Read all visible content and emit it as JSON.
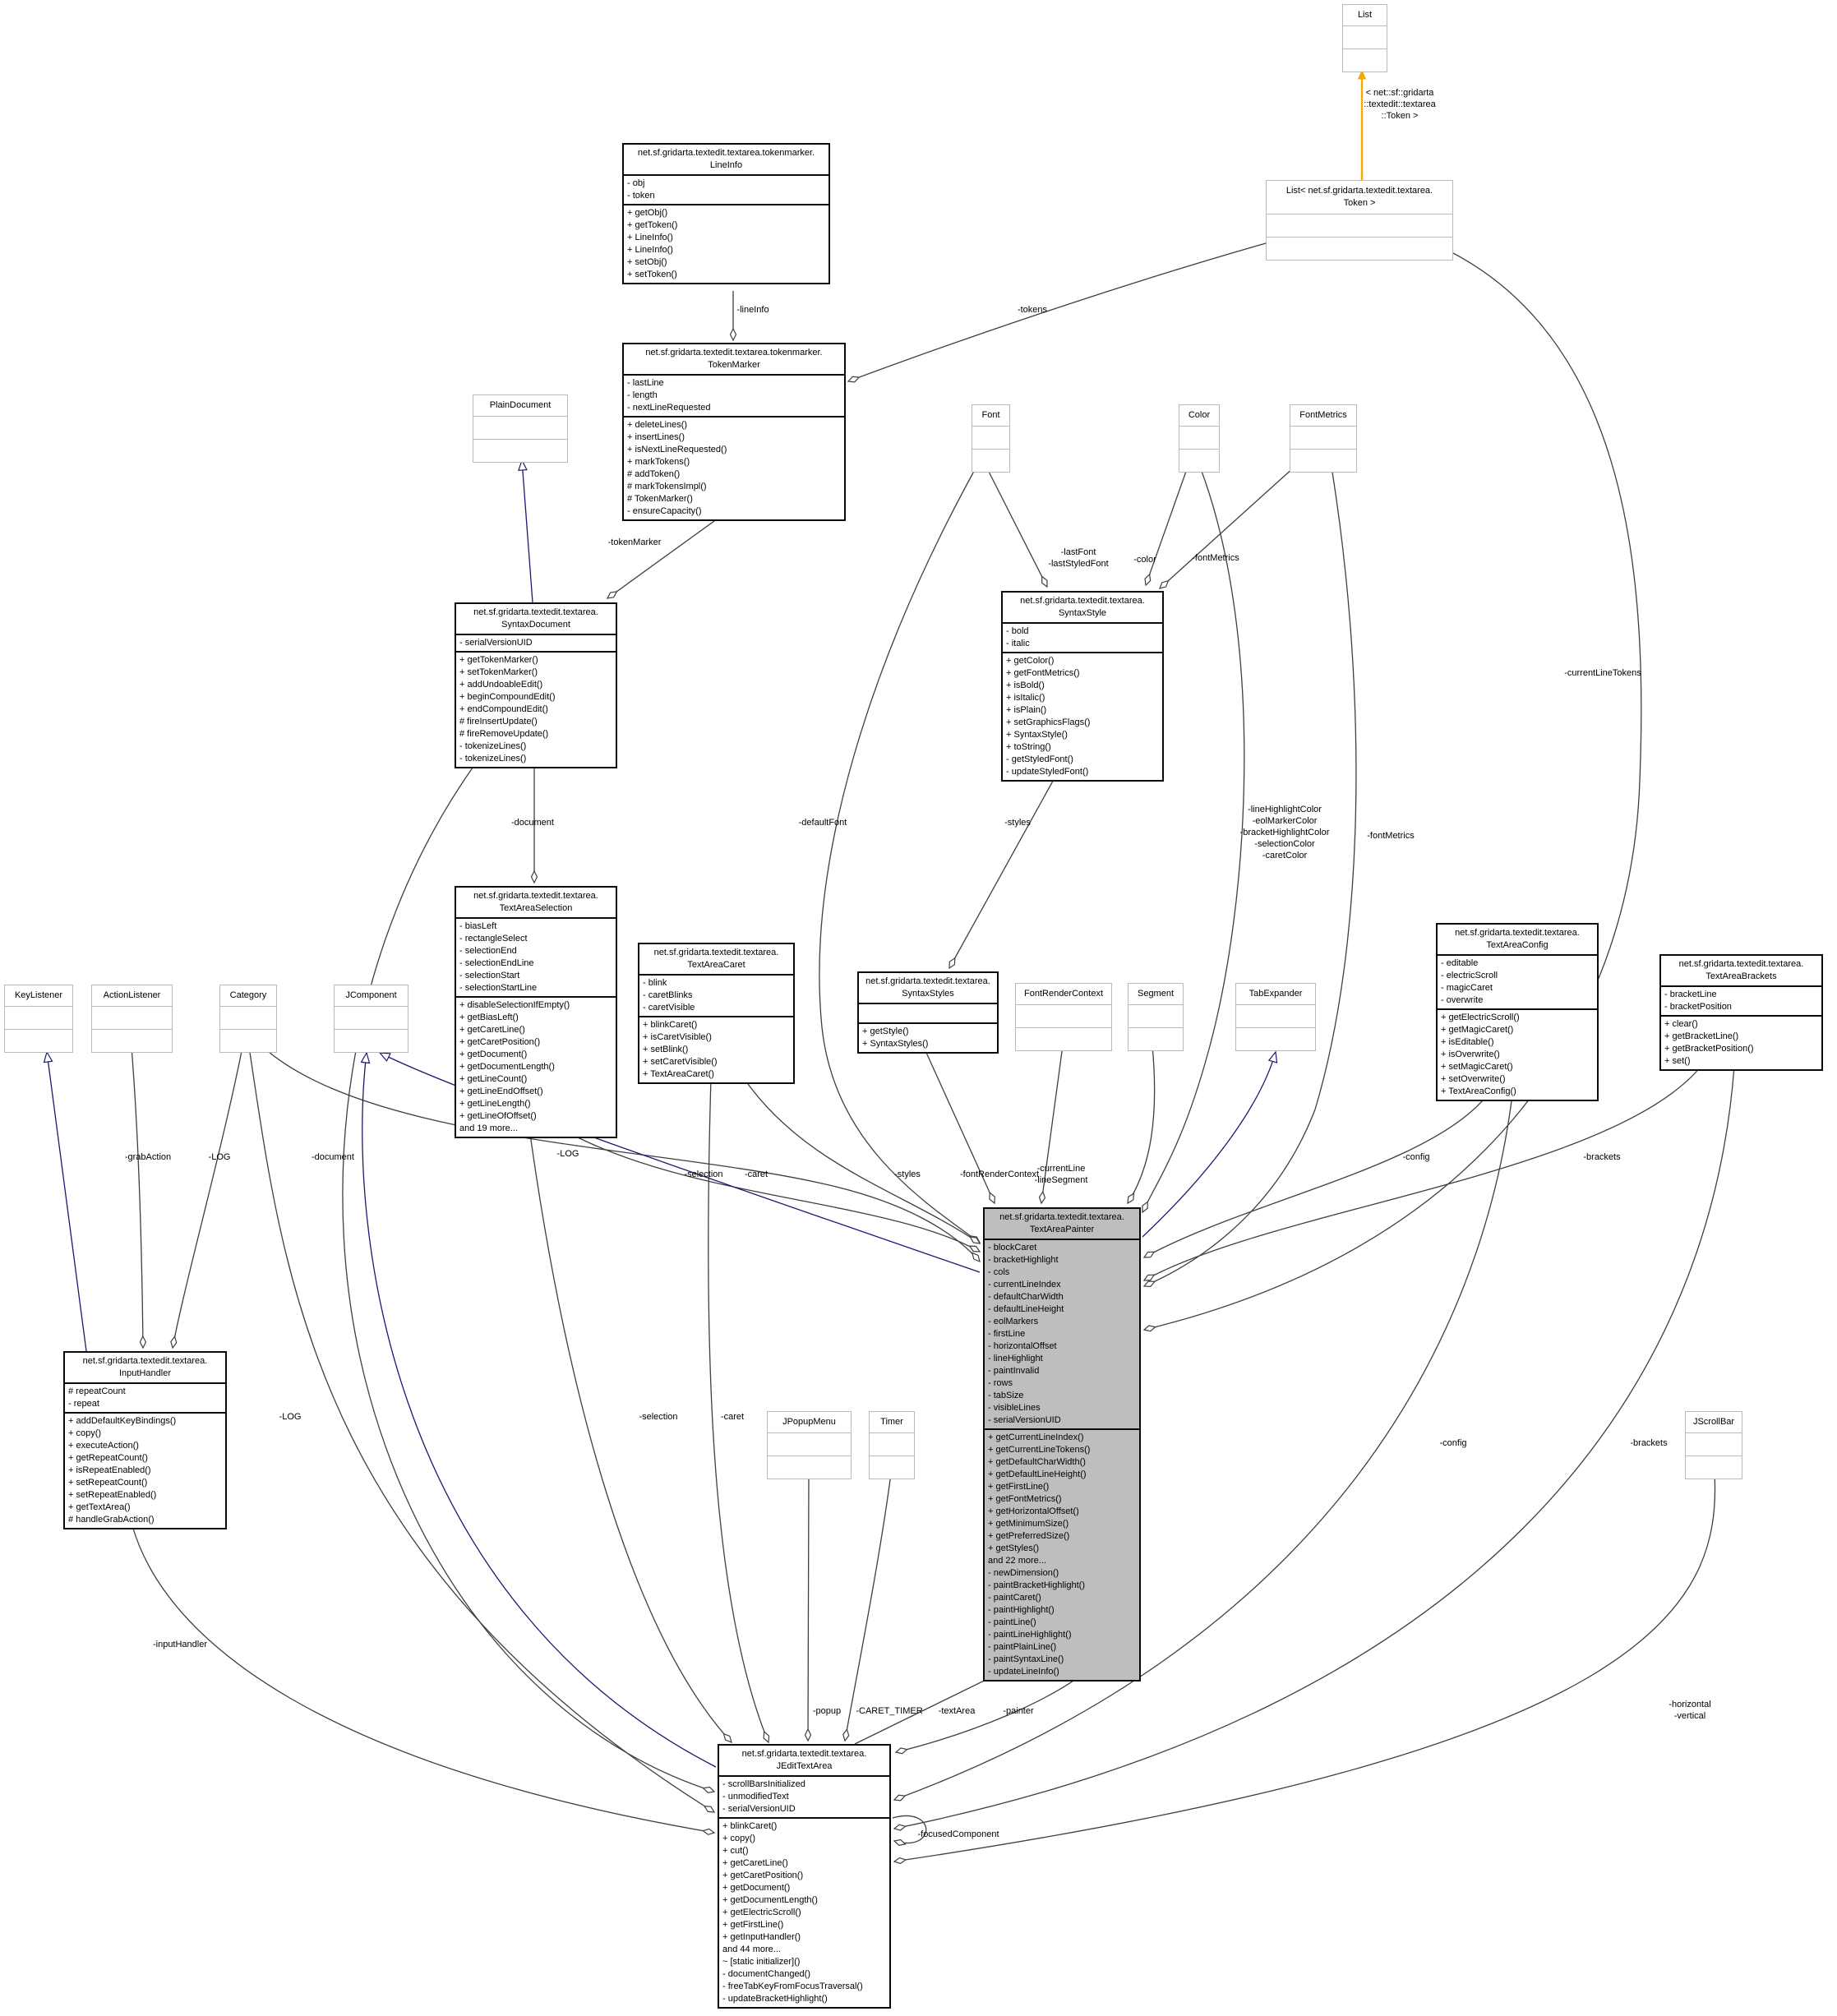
{
  "diagram": {
    "type": "uml-collaboration-graph",
    "colors": {
      "edge": "#3f3f3f",
      "inheritance": "#191970",
      "template_instance": "#f7a800",
      "highlight_fill": "#bebebe",
      "external_border": "#b9b9b9"
    }
  },
  "classes": [
    {
      "id": "list",
      "stereotype": "external",
      "name": "List",
      "attributes": [],
      "methods": []
    },
    {
      "id": "list-token",
      "stereotype": "external",
      "name": "List< net.sf.gridarta.textedit.textarea.\nToken >",
      "attributes": [],
      "methods": []
    },
    {
      "id": "lineinfo",
      "stereotype": "normal",
      "name": "net.sf.gridarta.textedit.textarea.tokenmarker.\nLineInfo",
      "attributes": [
        "- obj",
        "- token"
      ],
      "methods": [
        "+ getObj()",
        "+ getToken()",
        "+ LineInfo()",
        "+ LineInfo()",
        "+ setObj()",
        "+ setToken()"
      ]
    },
    {
      "id": "tokenmarker",
      "stereotype": "normal",
      "name": "net.sf.gridarta.textedit.textarea.tokenmarker.\nTokenMarker",
      "attributes": [
        "- lastLine",
        "- length",
        "- nextLineRequested"
      ],
      "methods": [
        "+ deleteLines()",
        "+ insertLines()",
        "+ isNextLineRequested()",
        "+ markTokens()",
        "# addToken()",
        "# markTokensImpl()",
        "# TokenMarker()",
        "- ensureCapacity()"
      ]
    },
    {
      "id": "plaindocument",
      "stereotype": "external",
      "name": "PlainDocument",
      "attributes": [],
      "methods": []
    },
    {
      "id": "syntaxdocument",
      "stereotype": "normal",
      "name": "net.sf.gridarta.textedit.textarea.\nSyntaxDocument",
      "attributes": [
        "- serialVersionUID"
      ],
      "methods": [
        "+ getTokenMarker()",
        "+ setTokenMarker()",
        "+ addUndoableEdit()",
        "+ beginCompoundEdit()",
        "+ endCompoundEdit()",
        "# fireInsertUpdate()",
        "# fireRemoveUpdate()",
        "- tokenizeLines()",
        "- tokenizeLines()"
      ]
    },
    {
      "id": "font",
      "stereotype": "external",
      "name": "Font",
      "attributes": [],
      "methods": []
    },
    {
      "id": "syntaxstyle",
      "stereotype": "normal",
      "name": "net.sf.gridarta.textedit.textarea.\nSyntaxStyle",
      "attributes": [
        "- bold",
        "- italic"
      ],
      "methods": [
        "+ getColor()",
        "+ getFontMetrics()",
        "+ isBold()",
        "+ isItalic()",
        "+ isPlain()",
        "+ setGraphicsFlags()",
        "+ SyntaxStyle()",
        "+ toString()",
        "- getStyledFont()",
        "- updateStyledFont()"
      ]
    },
    {
      "id": "color",
      "stereotype": "external",
      "name": "Color",
      "attributes": [],
      "methods": []
    },
    {
      "id": "fontmetrics",
      "stereotype": "external",
      "name": "FontMetrics",
      "attributes": [],
      "methods": []
    },
    {
      "id": "textareaselection",
      "stereotype": "normal",
      "name": "net.sf.gridarta.textedit.textarea.\nTextAreaSelection",
      "attributes": [
        "- biasLeft",
        "- rectangleSelect",
        "- selectionEnd",
        "- selectionEndLine",
        "- selectionStart",
        "- selectionStartLine"
      ],
      "methods": [
        "+ disableSelectionIfEmpty()",
        "+ getBiasLeft()",
        "+ getCaretLine()",
        "+ getCaretPosition()",
        "+ getDocument()",
        "+ getDocumentLength()",
        "+ getLineCount()",
        "+ getLineEndOffset()",
        "+ getLineLength()",
        "+ getLineOfOffset()",
        "and 19 more..."
      ]
    },
    {
      "id": "textareacaret",
      "stereotype": "normal",
      "name": "net.sf.gridarta.textedit.textarea.\nTextAreaCaret",
      "attributes": [
        "- blink",
        "- caretBlinks",
        "- caretVisible"
      ],
      "methods": [
        "+ blinkCaret()",
        "+ isCaretVisible()",
        "+ setBlink()",
        "+ setCaretVisible()",
        "+ TextAreaCaret()"
      ]
    },
    {
      "id": "syntaxstyles",
      "stereotype": "normal",
      "name": "net.sf.gridarta.textedit.textarea.\nSyntaxStyles",
      "attributes": [],
      "methods": [
        "+ getStyle()",
        "+ SyntaxStyles()"
      ]
    },
    {
      "id": "fontrendercontext",
      "stereotype": "external",
      "name": "FontRenderContext",
      "attributes": [],
      "methods": []
    },
    {
      "id": "segment",
      "stereotype": "external",
      "name": "Segment",
      "attributes": [],
      "methods": []
    },
    {
      "id": "tabexpander",
      "stereotype": "external",
      "name": "TabExpander",
      "attributes": [],
      "methods": []
    },
    {
      "id": "textareaconfig",
      "stereotype": "normal",
      "name": "net.sf.gridarta.textedit.textarea.\nTextAreaConfig",
      "attributes": [
        "- editable",
        "- electricScroll",
        "- magicCaret",
        "- overwrite"
      ],
      "methods": [
        "+ getElectricScroll()",
        "+ getMagicCaret()",
        "+ isEditable()",
        "+ isOverwrite()",
        "+ setMagicCaret()",
        "+ setOverwrite()",
        "+ TextAreaConfig()"
      ]
    },
    {
      "id": "textareabrackets",
      "stereotype": "normal",
      "name": "net.sf.gridarta.textedit.textarea.\nTextAreaBrackets",
      "attributes": [
        "- bracketLine",
        "- bracketPosition"
      ],
      "methods": [
        "+ clear()",
        "+ getBracketLine()",
        "+ getBracketPosition()",
        "+ set()"
      ]
    },
    {
      "id": "keylistener",
      "stereotype": "external",
      "name": "KeyListener",
      "attributes": [],
      "methods": []
    },
    {
      "id": "actionlistener",
      "stereotype": "external",
      "name": "ActionListener",
      "attributes": [],
      "methods": []
    },
    {
      "id": "category",
      "stereotype": "external",
      "name": "Category",
      "attributes": [],
      "methods": []
    },
    {
      "id": "jcomponent",
      "stereotype": "external",
      "name": "JComponent",
      "attributes": [],
      "methods": []
    },
    {
      "id": "textareapainter",
      "stereotype": "highlight",
      "name": "net.sf.gridarta.textedit.textarea.\nTextAreaPainter",
      "attributes": [
        "- blockCaret",
        "- bracketHighlight",
        "- cols",
        "- currentLineIndex",
        "- defaultCharWidth",
        "- defaultLineHeight",
        "- eolMarkers",
        "- firstLine",
        "- horizontalOffset",
        "- lineHighlight",
        "- paintInvalid",
        "- rows",
        "- tabSize",
        "- visibleLines",
        "- serialVersionUID"
      ],
      "methods": [
        "+ getCurrentLineIndex()",
        "+ getCurrentLineTokens()",
        "+ getDefaultCharWidth()",
        "+ getDefaultLineHeight()",
        "+ getFirstLine()",
        "+ getFontMetrics()",
        "+ getHorizontalOffset()",
        "+ getMinimumSize()",
        "+ getPreferredSize()",
        "+ getStyles()",
        "and 22 more...",
        "- newDimension()",
        "- paintBracketHighlight()",
        "- paintCaret()",
        "- paintHighlight()",
        "- paintLine()",
        "- paintLineHighlight()",
        "- paintPlainLine()",
        "- paintSyntaxLine()",
        "- updateLineInfo()"
      ]
    },
    {
      "id": "inputhandler",
      "stereotype": "normal",
      "name": "net.sf.gridarta.textedit.textarea.\nInputHandler",
      "attributes": [
        "# repeatCount",
        "- repeat"
      ],
      "methods": [
        "+ addDefaultKeyBindings()",
        "+ copy()",
        "+ executeAction()",
        "+ getRepeatCount()",
        "+ isRepeatEnabled()",
        "+ setRepeatCount()",
        "+ setRepeatEnabled()",
        "+ getTextArea()",
        "# handleGrabAction()"
      ]
    },
    {
      "id": "jpopupmenu",
      "stereotype": "external",
      "name": "JPopupMenu",
      "attributes": [],
      "methods": []
    },
    {
      "id": "timer",
      "stereotype": "external",
      "name": "Timer",
      "attributes": [],
      "methods": []
    },
    {
      "id": "jscrollbar",
      "stereotype": "external",
      "name": "JScrollBar",
      "attributes": [],
      "methods": []
    },
    {
      "id": "jedittextarea",
      "stereotype": "normal",
      "name": "net.sf.gridarta.textedit.textarea.\nJEditTextArea",
      "attributes": [
        "- scrollBarsInitialized",
        "- unmodifiedText",
        "- serialVersionUID"
      ],
      "methods": [
        "+ blinkCaret()",
        "+ copy()",
        "+ cut()",
        "+ getCaretLine()",
        "+ getCaretPosition()",
        "+ getDocument()",
        "+ getDocumentLength()",
        "+ getElectricScroll()",
        "+ getFirstLine()",
        "+ getInputHandler()",
        "and 44 more...",
        "~ [static initializer]()",
        "- documentChanged()",
        "- freeTabKeyFromFocusTraversal()",
        "- updateBracketHighlight()"
      ]
    }
  ],
  "edge_labels": [
    {
      "id": "lineInfo",
      "text": "-lineInfo"
    },
    {
      "id": "tokens",
      "text": "-tokens"
    },
    {
      "id": "templateArg",
      "text": "< net::sf::gridarta\n::textedit::textarea\n::Token >"
    },
    {
      "id": "tokenMarker",
      "text": "-tokenMarker"
    },
    {
      "id": "lastFont",
      "text": "-lastFont\n-lastStyledFont"
    },
    {
      "id": "color",
      "text": "-color"
    },
    {
      "id": "fontMetricsStyle",
      "text": "-fontMetrics"
    },
    {
      "id": "currentLineTokens",
      "text": "-currentLineTokens"
    },
    {
      "id": "defaultFont",
      "text": "-defaultFont"
    },
    {
      "id": "stylesUp",
      "text": "-styles"
    },
    {
      "id": "fiveColors",
      "text": "-lineHighlightColor\n-eolMarkerColor\n-bracketHighlightColor\n-selectionColor\n-caretColor"
    },
    {
      "id": "fontMetricsPainter",
      "text": "-fontMetrics"
    },
    {
      "id": "documentSel",
      "text": "-document"
    },
    {
      "id": "grabAction",
      "text": "-grabAction"
    },
    {
      "id": "logInput",
      "text": "-LOG"
    },
    {
      "id": "documentTextarea",
      "text": "-document"
    },
    {
      "id": "logPainter",
      "text": "-LOG"
    },
    {
      "id": "selectionPainter",
      "text": "-selection"
    },
    {
      "id": "caretPainter",
      "text": "-caret"
    },
    {
      "id": "stylesPainter",
      "text": "-styles"
    },
    {
      "id": "fontRenderContextLbl",
      "text": "-fontRenderContext"
    },
    {
      "id": "currentLineSeg",
      "text": "-currentLine\n-lineSegment"
    },
    {
      "id": "configPainter",
      "text": "-config"
    },
    {
      "id": "bracketsPainter",
      "text": "-brackets"
    },
    {
      "id": "logTextarea",
      "text": "-LOG"
    },
    {
      "id": "selectionTextarea",
      "text": "-selection"
    },
    {
      "id": "caretTextarea",
      "text": "-caret"
    },
    {
      "id": "configTextarea",
      "text": "-config"
    },
    {
      "id": "bracketsTextarea",
      "text": "-brackets"
    },
    {
      "id": "inputHandlerLbl",
      "text": "-inputHandler"
    },
    {
      "id": "popup",
      "text": "-popup"
    },
    {
      "id": "caretTimer",
      "text": "-CARET_TIMER"
    },
    {
      "id": "textAreaLbl",
      "text": "-textArea"
    },
    {
      "id": "painterLbl",
      "text": "-painter"
    },
    {
      "id": "horizontalVertical",
      "text": "-horizontal\n-vertical"
    },
    {
      "id": "focusedComponent",
      "text": "-focusedComponent"
    }
  ]
}
